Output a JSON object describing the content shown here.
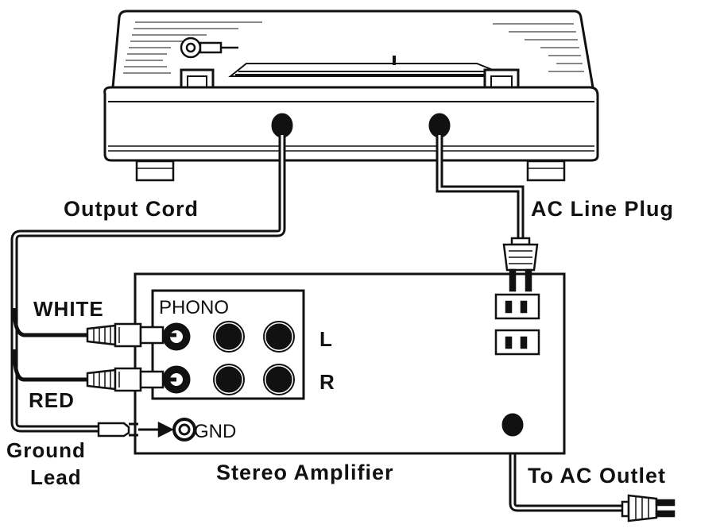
{
  "labels": {
    "output_cord": "Output Cord",
    "ac_line_plug": "AC Line Plug",
    "white": "WHITE",
    "red": "RED",
    "phono": "PHONO",
    "left": "L",
    "right": "R",
    "gnd": "GND",
    "ground_lead_line1": "Ground",
    "ground_lead_line2": "Lead",
    "stereo_amplifier": "Stereo Amplifier",
    "to_ac_outlet": "To AC Outlet"
  },
  "colors": {
    "ink": "#111111",
    "paper": "#ffffff",
    "shade": "#d9d9d9"
  }
}
